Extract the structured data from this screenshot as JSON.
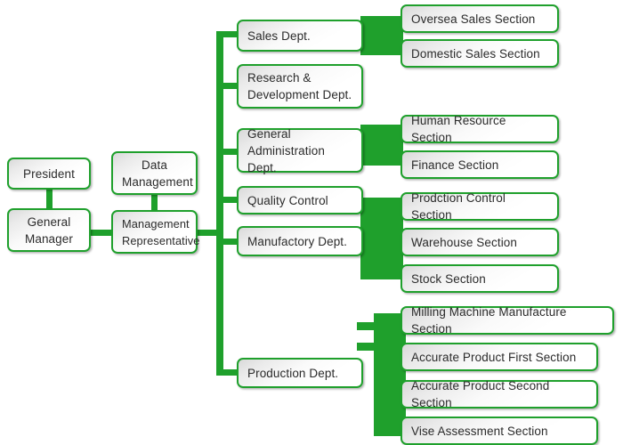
{
  "diagram": {
    "title": "Organization Chart",
    "accent_color": "#1FA02C",
    "box_text_color": "#2b2b2b",
    "background_color": "#ffffff"
  },
  "executive": {
    "president": "President",
    "general_manager": "General\nManager",
    "data_management": "Data\nManagement",
    "management_representative": "Management\nRepresentative"
  },
  "departments": [
    {
      "name": "Sales Dept."
    },
    {
      "name": "Research &\nDevelopment Dept."
    },
    {
      "name": "General\nAdministration Dept."
    },
    {
      "name": "Quality Control"
    },
    {
      "name": "Manufactory Dept."
    },
    {
      "name": "Production Dept."
    }
  ],
  "sections": {
    "sales": [
      "Oversea Sales Section",
      "Domestic Sales Section"
    ],
    "general_administration": [
      "Human Resource Section",
      "Finance Section"
    ],
    "manufactory": [
      "Prodction Control Section",
      "Warehouse Section",
      "Stock Section"
    ],
    "production": [
      "Milling Machine Manufacture Section",
      "Accurate Product First Section",
      "Accurate Product Second Section",
      "Vise Assessment Section"
    ]
  }
}
